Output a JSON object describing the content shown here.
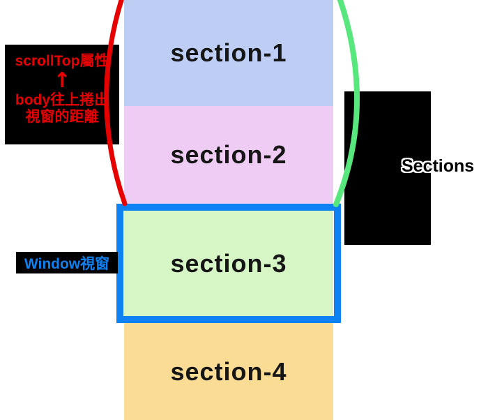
{
  "sections": [
    {
      "label": "section-1",
      "color": "#bdcdf3"
    },
    {
      "label": "section-2",
      "color": "#eeccf3"
    },
    {
      "label": "section-3",
      "color": "#d6f6c5"
    },
    {
      "label": "section-4",
      "color": "#fbdc95"
    }
  ],
  "annotations": {
    "scrolltop": {
      "line1": "scrollTop屬性",
      "arrow_icon": "↑",
      "line2": "body往上捲出",
      "line3": "視窗的距離",
      "text_color": "#e60000"
    },
    "window_label": {
      "text": "Window視窗",
      "text_color": "#0e82f2"
    },
    "sections_label": {
      "text": "Sections"
    }
  },
  "colors": {
    "window_border_blue": "#0e82f2",
    "left_arc_red": "#e60000",
    "right_arc_green": "#57e77d",
    "annotation_box_black": "#000000"
  }
}
